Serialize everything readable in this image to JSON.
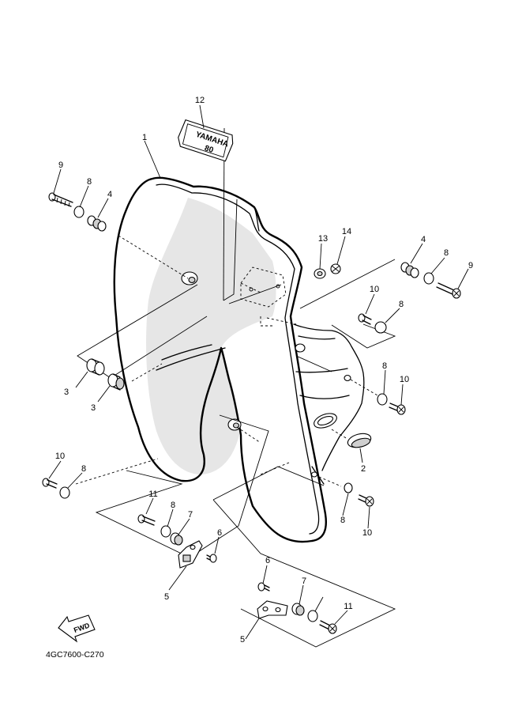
{
  "diagram_code": "4GC7600-C270",
  "fwd_label": "FWD",
  "emblem_text": "80",
  "callouts": {
    "c1": "1",
    "c2": "2",
    "c3a": "3",
    "c3b": "3",
    "c4a": "4",
    "c4b": "4",
    "c5a": "5",
    "c5b": "5",
    "c6a": "6",
    "c6b": "6",
    "c7a": "7",
    "c7b": "7",
    "c8a": "8",
    "c8b": "8",
    "c8c": "8",
    "c8d": "8",
    "c8e": "8",
    "c8f": "8",
    "c8g": "8",
    "c9a": "9",
    "c9b": "9",
    "c10a": "10",
    "c10b": "10",
    "c10c": "10",
    "c10d": "10",
    "c11a": "11",
    "c11b": "11",
    "c12": "12",
    "c13": "13",
    "c14": "14"
  }
}
